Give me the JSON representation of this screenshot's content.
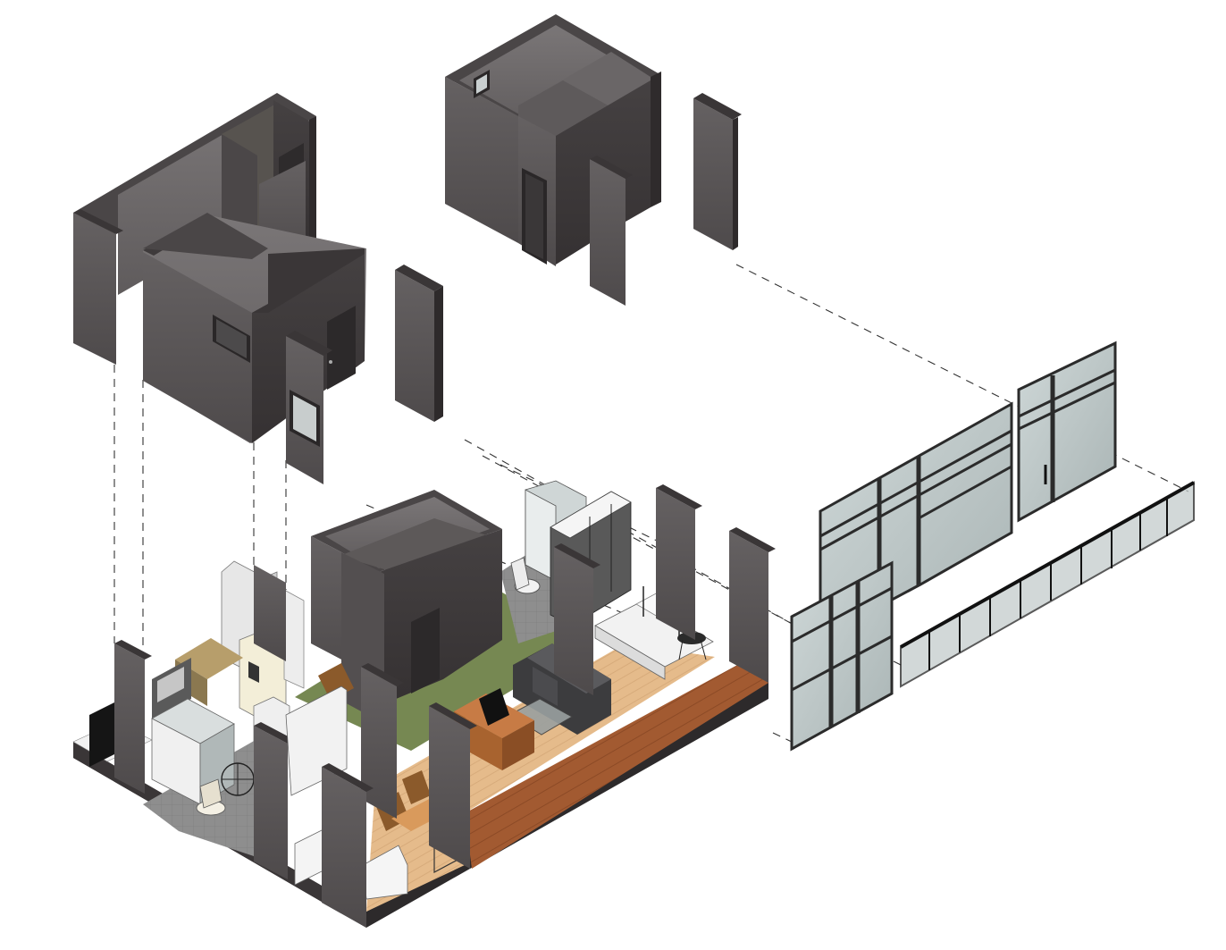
{
  "diagram": {
    "type": "exploded-axonometric",
    "background": "#ffffff",
    "palette": {
      "wall_top": "#4a4647",
      "wall_left": "#5c5859",
      "wall_right": "#3a3637",
      "wall_inner": "#6e6a6b",
      "wood_floor": "#a0582f",
      "light_floor": "#e2b98a",
      "green_floor": "#768852",
      "tile_floor": "#8f8f8f",
      "glass": "#b9c4c4",
      "frame": "#2b2b2b",
      "appliance": "#e6e6e6",
      "sofa": "#3d3d3f"
    },
    "components": [
      {
        "id": "upper-left-wall-module",
        "icon": "wall-module-icon"
      },
      {
        "id": "upper-center-wall-module",
        "icon": "wall-module-icon"
      },
      {
        "id": "loose-wall-panels",
        "icon": "wall-panel-icon"
      },
      {
        "id": "apartment-floor-plate",
        "icon": "floor-plate-icon"
      },
      {
        "id": "glazed-facade-panels",
        "icon": "window-wall-icon"
      },
      {
        "id": "balcony-railing",
        "icon": "railing-icon"
      }
    ]
  }
}
